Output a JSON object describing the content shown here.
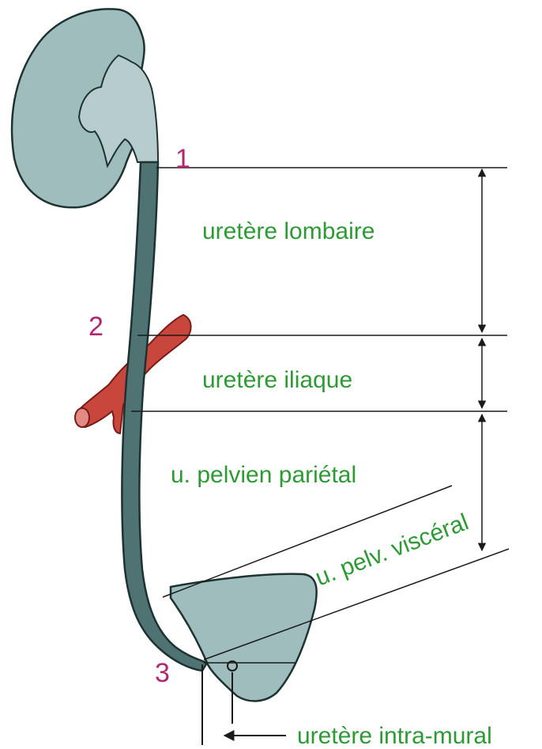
{
  "diagram": {
    "markers": {
      "m1": "1",
      "m2": "2",
      "m3": "3"
    },
    "segments": {
      "lombaire": "uretère lombaire",
      "iliaque": "uretère iliaque",
      "pelvien_parietal": "u. pelvien pariétal",
      "pelvien_visceral": "u. pelv. viscéral",
      "intra_mural": "uretère intra-mural"
    }
  },
  "colors": {
    "organ_fill": "#9fbdbd",
    "organ_stroke": "#1f3232",
    "ureter_fill": "#4f7272",
    "artery_fill": "#c9463d",
    "artery_stroke": "#7a1c16",
    "label_green": "#2e9a36",
    "marker_magenta": "#b0286f",
    "line_dark": "#1a1a1a"
  }
}
